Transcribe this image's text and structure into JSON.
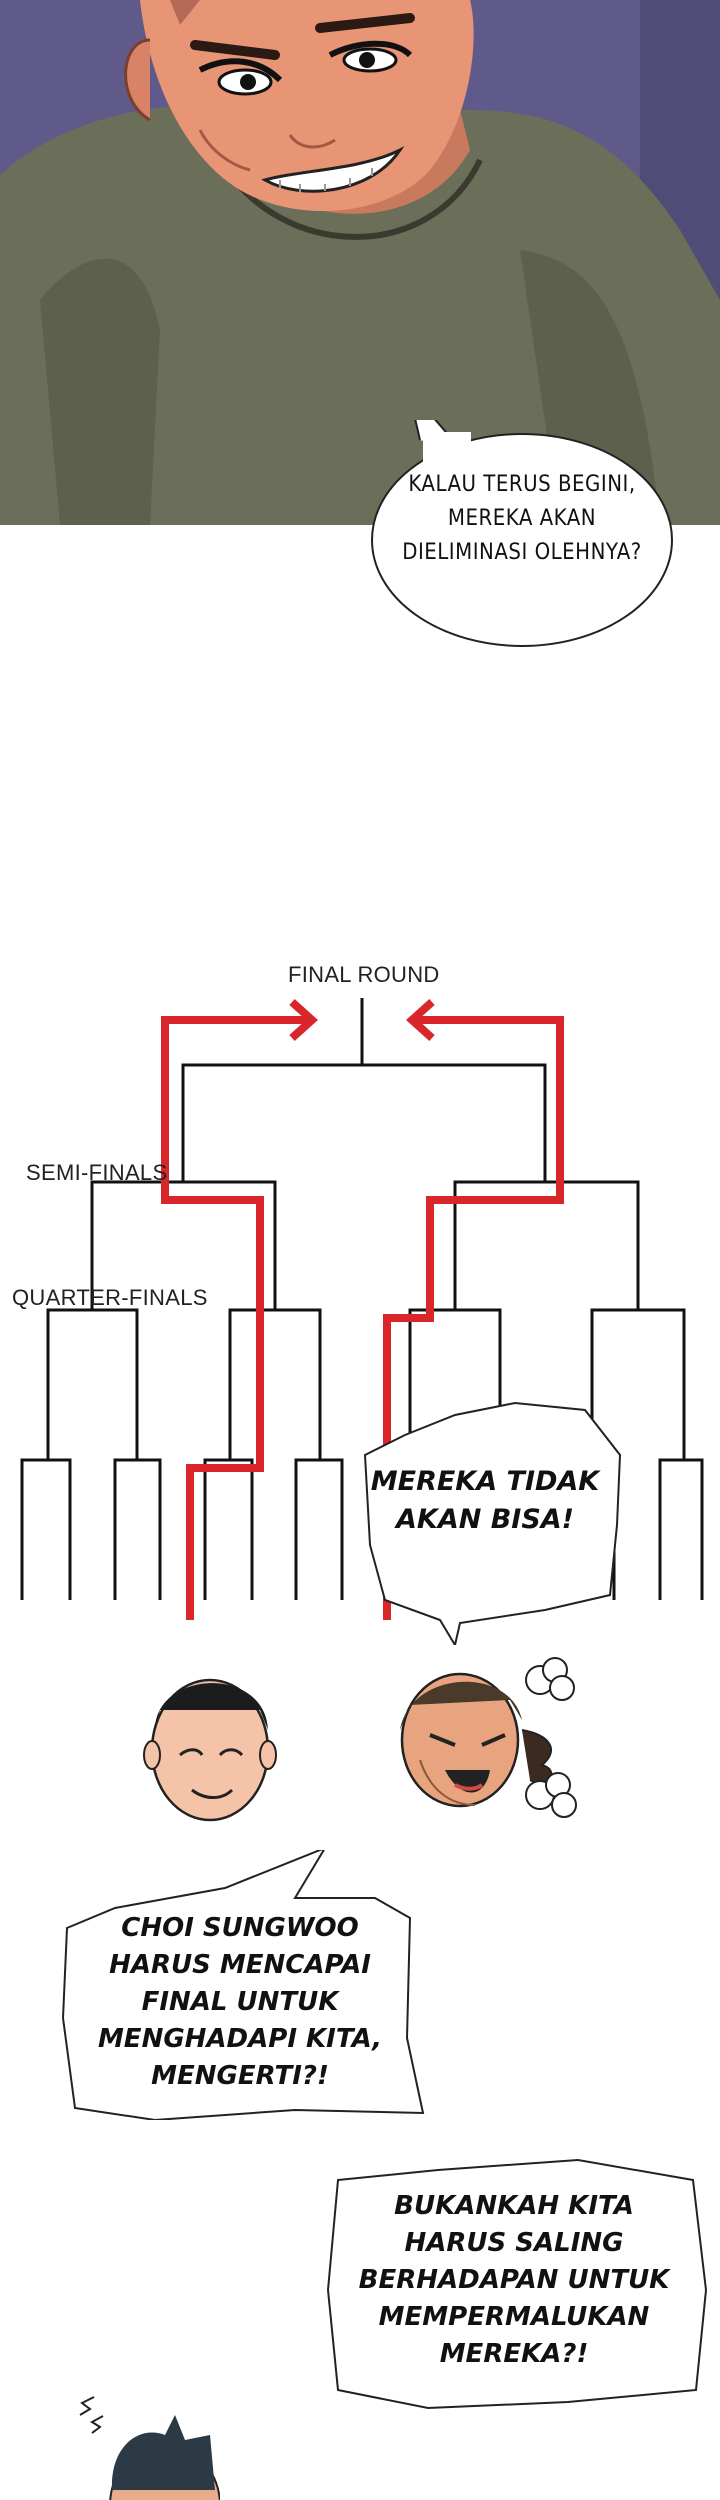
{
  "bubble_1": {
    "lines": [
      "KALAU TERUS BEGINI,",
      "MEREKA AKAN",
      "DIELIMINASI OLEHNYA?"
    ]
  },
  "bracket": {
    "final_label": "FINAL ROUND",
    "semi_label": "SEMI-FINALS",
    "quarter_label": "QUARTER-FINALS",
    "highlight_color": "#d9262b"
  },
  "bubble_2": {
    "lines": [
      "MEREKA TIDAK",
      "AKAN BISA!"
    ]
  },
  "bubble_3": {
    "lines": [
      "CHOI SUNGWOO",
      "HARUS MENCAPAI",
      "FINAL UNTUK",
      "MENGHADAPI KITA,",
      "MENGERTI?!"
    ]
  },
  "bubble_4": {
    "lines": [
      "BUKANKAH KITA",
      "HARUS SALING",
      "BERHADAPAN UNTUK",
      "MEMPERMALUKAN",
      "MEREKA?!"
    ]
  }
}
